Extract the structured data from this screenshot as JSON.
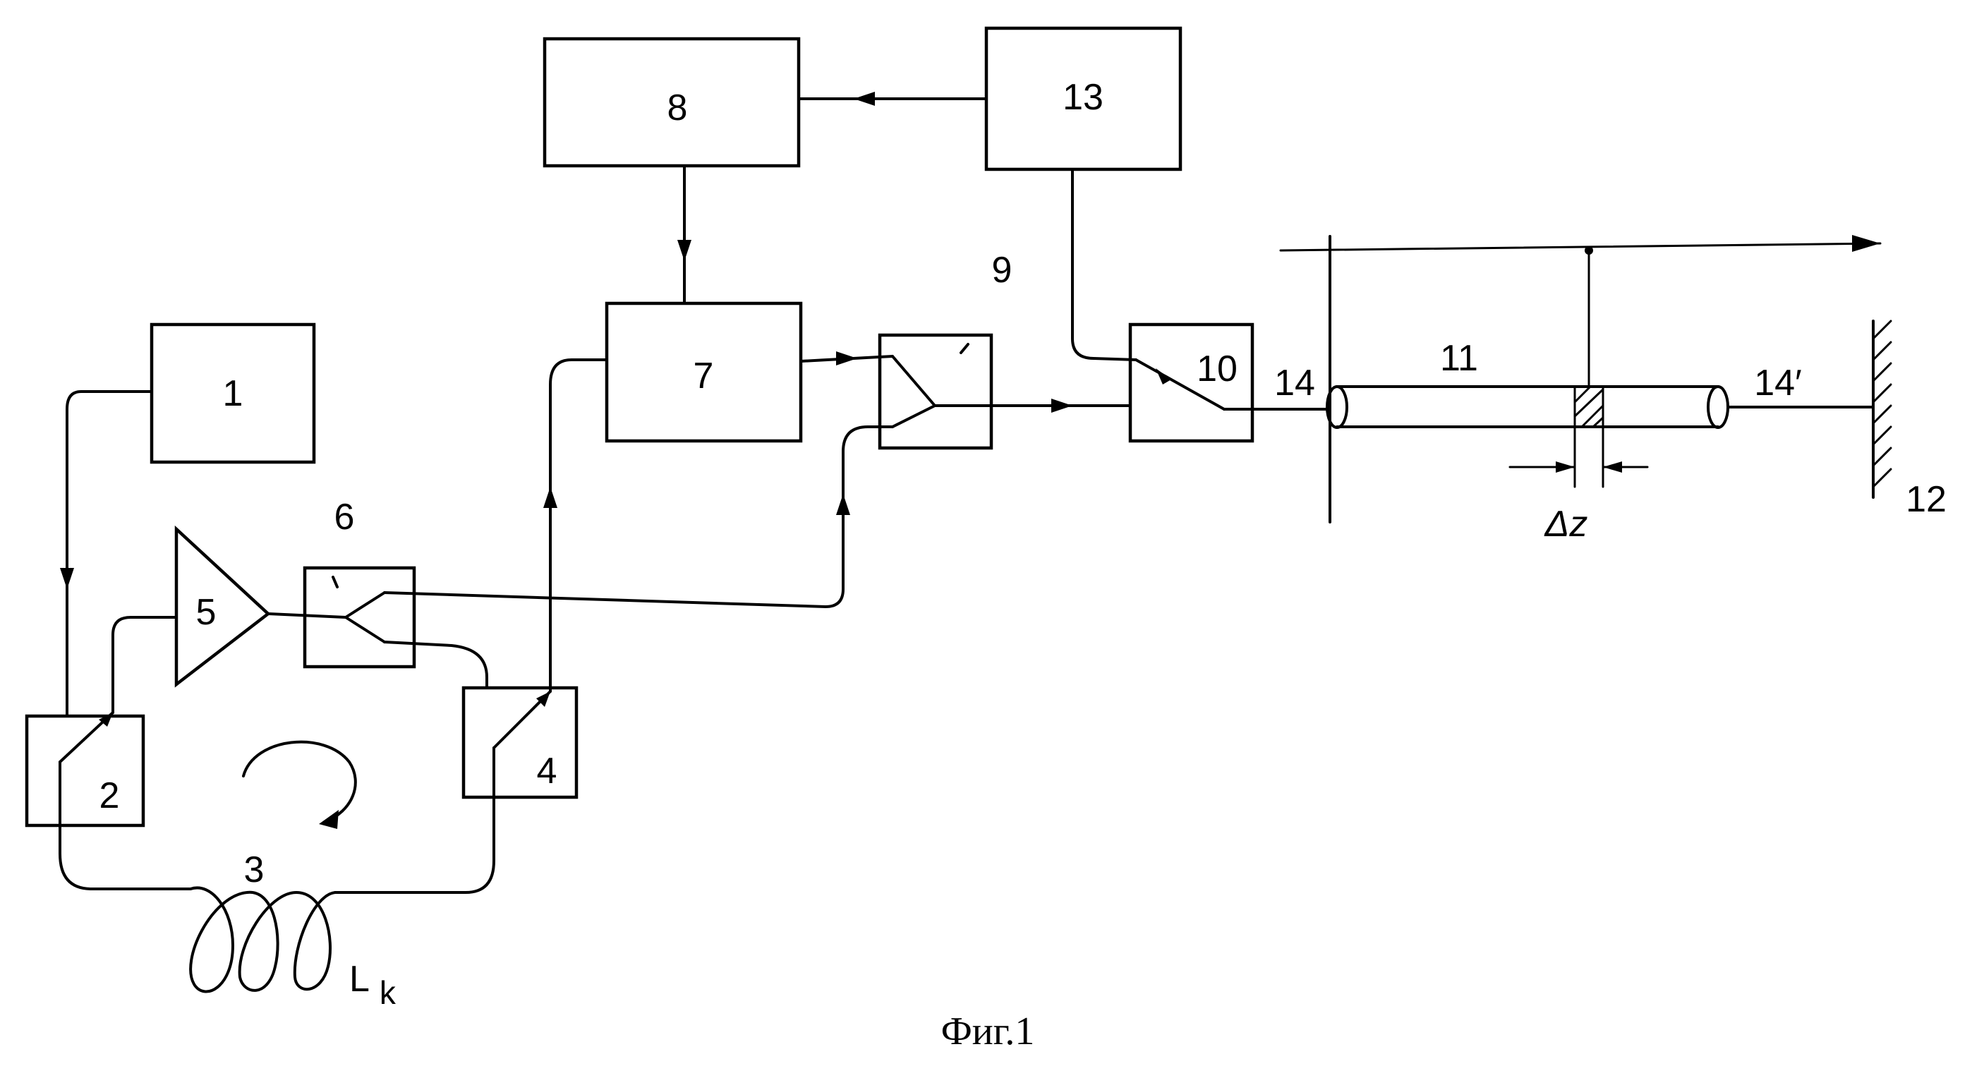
{
  "blocks": [
    {
      "id": "1",
      "label": "1"
    },
    {
      "id": "2",
      "label": "2"
    },
    {
      "id": "4",
      "label": "4"
    },
    {
      "id": "5",
      "label": "5"
    },
    {
      "id": "6",
      "label": "6"
    },
    {
      "id": "7",
      "label": "7"
    },
    {
      "id": "8",
      "label": "8"
    },
    {
      "id": "9",
      "label": "9"
    },
    {
      "id": "10",
      "label": "10"
    },
    {
      "id": "13",
      "label": "13"
    }
  ],
  "labels": {
    "coil": "3",
    "coil_length": "L",
    "coil_length_sub": "k",
    "fiber": "11",
    "mirror": "12",
    "fiber_end_left": "14",
    "fiber_end_right": "14′",
    "segment": "Δz"
  },
  "caption": "Фиг.1"
}
